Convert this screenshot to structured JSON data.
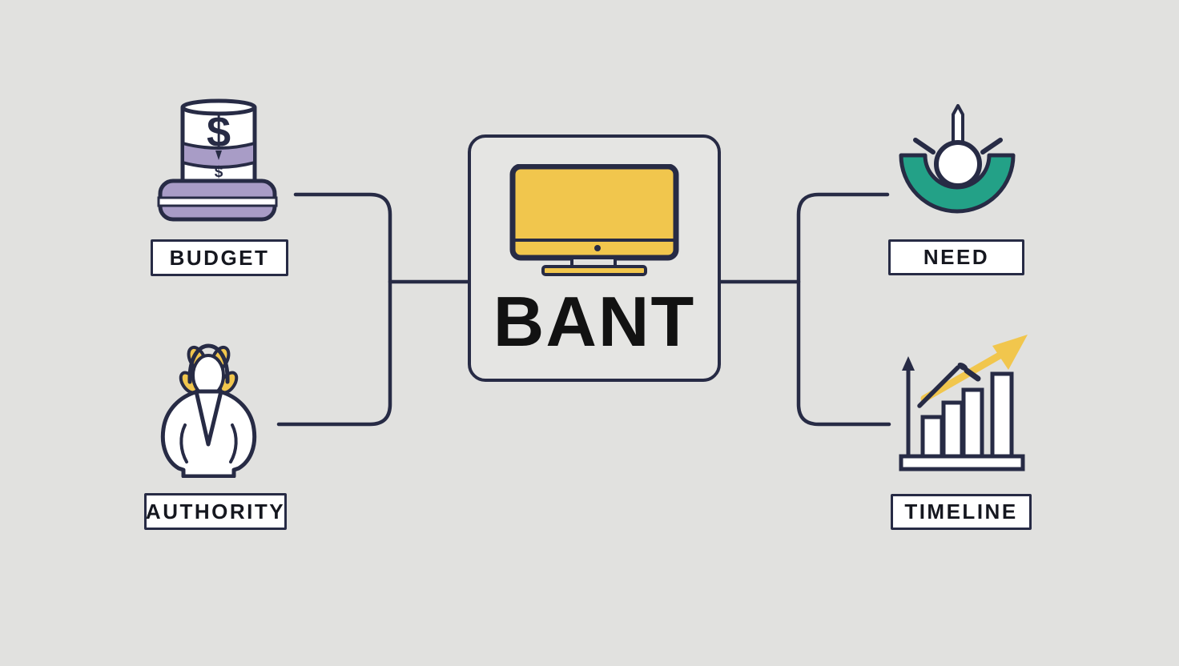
{
  "center": {
    "label": "BANT",
    "icon": "desktop-monitor-icon"
  },
  "nodes": [
    {
      "id": "budget",
      "label": "BUDGET",
      "icon": "money-stack-icon",
      "position": "top-left"
    },
    {
      "id": "authority",
      "label": "AUTHORITY",
      "icon": "person-icon",
      "position": "bottom-left"
    },
    {
      "id": "need",
      "label": "NEED",
      "icon": "gauge-icon",
      "position": "top-right"
    },
    {
      "id": "timeline",
      "label": "TIMELINE",
      "icon": "growth-chart-icon",
      "position": "bottom-right"
    }
  ],
  "icons": {
    "dollar_sign": "$"
  },
  "colors": {
    "background": "#e1e1df",
    "outline": "#272b45",
    "yellow": "#f1c64d",
    "purple": "#a89cc6",
    "green": "#23a187",
    "label_background": "#ffffff",
    "text": "#15171f",
    "title": "#121212"
  }
}
